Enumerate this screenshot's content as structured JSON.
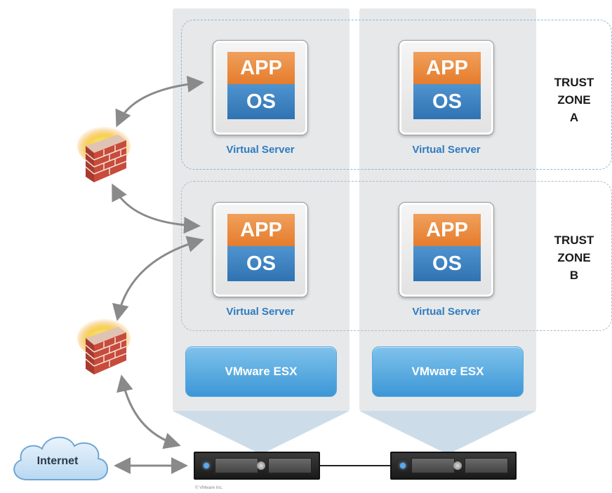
{
  "zones": [
    {
      "label_lines": [
        "TRUST",
        "ZONE",
        "A"
      ]
    },
    {
      "label_lines": [
        "TRUST",
        "ZONE",
        "B"
      ]
    }
  ],
  "virtual_servers": [
    {
      "app": "APP",
      "os": "OS",
      "label": "Virtual Server"
    },
    {
      "app": "APP",
      "os": "OS",
      "label": "Virtual Server"
    },
    {
      "app": "APP",
      "os": "OS",
      "label": "Virtual Server"
    },
    {
      "app": "APP",
      "os": "OS",
      "label": "Virtual Server"
    }
  ],
  "hypervisors": [
    {
      "label": "VMware ESX"
    },
    {
      "label": "VMware ESX"
    }
  ],
  "internet": {
    "label": "Internet"
  },
  "footer": {
    "copyright": "© VMware Inc."
  },
  "colors": {
    "app_layer": "#e57c2c",
    "os_layer": "#2f73b3",
    "hypervisor": "#3c97d6",
    "zone_a_border": "#8cb8d8",
    "zone_b_border": "#b5babf",
    "connector": "#8a8a8a",
    "column": "#e6e8ea"
  },
  "icons": [
    "firewall-icon",
    "cloud-icon",
    "server-icon"
  ]
}
